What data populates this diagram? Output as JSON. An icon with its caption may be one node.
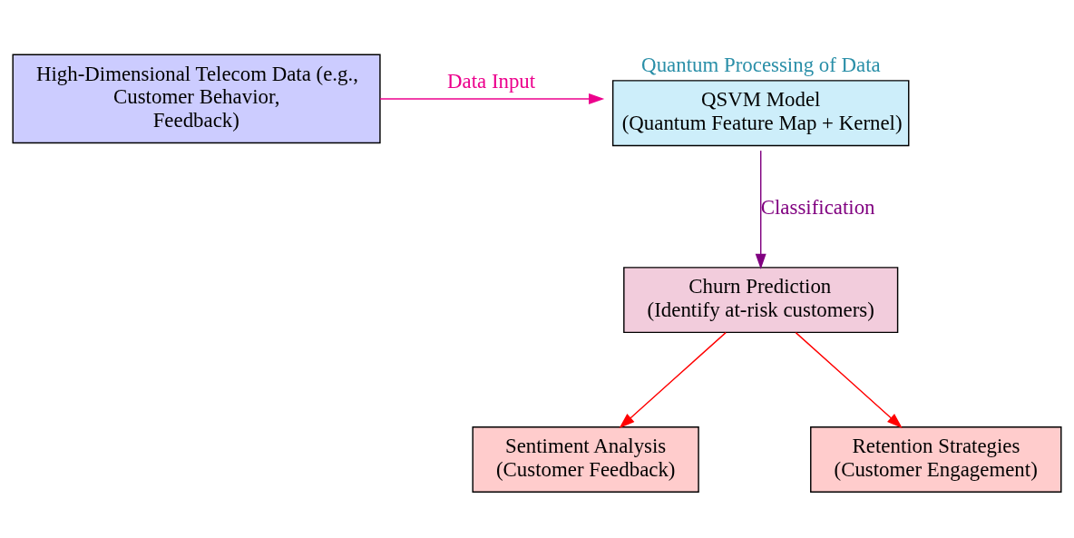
{
  "diagram": {
    "nodes": [
      {
        "text": [
          "High-Dimensional Telecom Data (e.g., Customer Behavior, Feedback)"
        ]
      },
      {
        "text": [
          "Quantum Processing of Data",
          "QSVM Model (Quantum Feature Map + Kernel)"
        ]
      },
      {
        "text": [
          "Churn Prediction (Identify at-risk customers)"
        ]
      },
      {
        "text": [
          "Sentiment Analysis (Customer Feedback)"
        ]
      },
      {
        "text": [
          "Retention Strategies (Customer Engagement)"
        ]
      }
    ],
    "edges": [
      {
        "from": 0,
        "to": 1,
        "arrow": "to",
        "label": "Data Input",
        "color": "#ec008c"
      },
      {
        "from": 1,
        "to": 2,
        "arrow": "to",
        "label": "Classification",
        "color": "#800080"
      },
      {
        "from": 2,
        "to": 3,
        "arrow": "to",
        "color": "#ff0000"
      },
      {
        "from": 2,
        "to": 4,
        "arrow": "to",
        "color": "#ff0000"
      }
    ]
  }
}
